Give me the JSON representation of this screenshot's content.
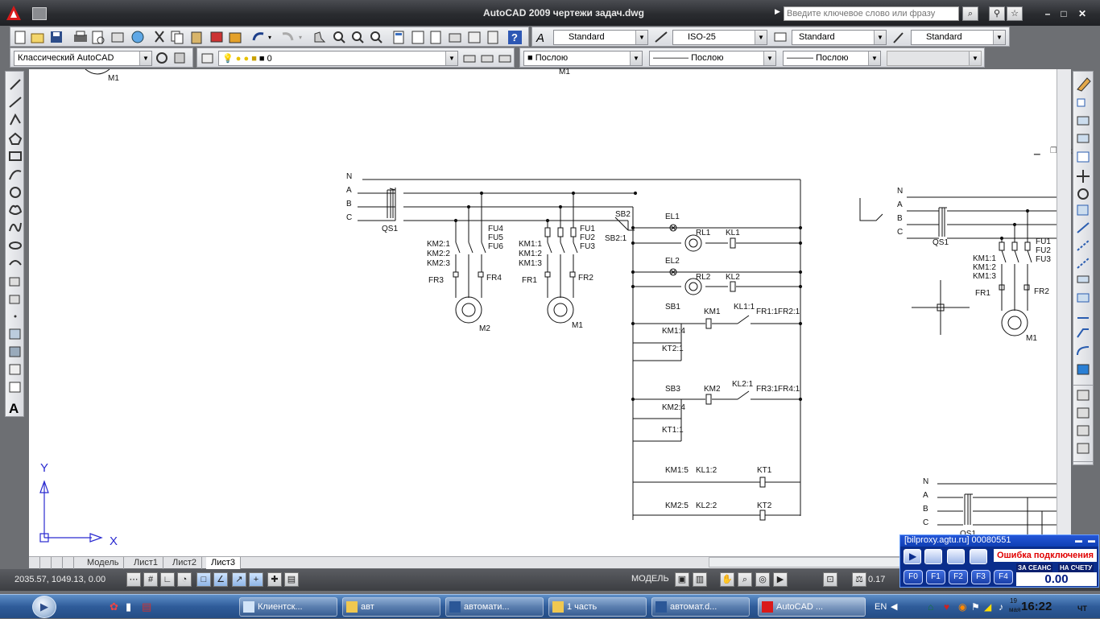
{
  "title": {
    "app": "AutoCAD 2009",
    "file": "чертежи задач.dwg"
  },
  "search": {
    "placeholder": "Введите ключевое слово или фразу"
  },
  "styles": {
    "text_style": "Standard",
    "dim_style": "ISO-25",
    "table_style": "Standard",
    "mleader_style": "Standard"
  },
  "workspace": "Классический AutoCAD",
  "layer": {
    "current": "0"
  },
  "properties": {
    "color": "Послою",
    "linetype": "Послою",
    "lineweight": "Послою"
  },
  "layout_tabs": [
    "Модель",
    "Лист1",
    "Лист2",
    "Лист3"
  ],
  "active_tab": "Лист3",
  "status": {
    "coords": "2035.57, 1049.13, 0.00",
    "mode": "МОДЕЛЬ",
    "scale": "0.17"
  },
  "ucs": {
    "x": "X",
    "y": "Y"
  },
  "drawing": {
    "main": {
      "phases": [
        "N",
        "A",
        "B",
        "C"
      ],
      "switch": "QS1",
      "fuses_m2": [
        "FU4",
        "FU5",
        "FU6"
      ],
      "contacts_m2": [
        "KM2:1",
        "KM2:2",
        "KM2:3"
      ],
      "fuses_m1": [
        "FU1",
        "FU2",
        "FU3"
      ],
      "contacts_m1": [
        "KM1:1",
        "KM1:2",
        "KM1:3"
      ],
      "relays": [
        "FR3",
        "FR4",
        "FR1",
        "FR2"
      ],
      "motors": [
        "M2",
        "M1"
      ],
      "sb2": "SB2",
      "sb2_1": "SB2:1",
      "el1": "EL1",
      "rl1": "RL1",
      "kl1": "KL1",
      "el2": "EL2",
      "rl2": "RL2",
      "kl2": "KL2",
      "sb1": "SB1",
      "km1": "KM1",
      "kl1_1": "KL1:1",
      "fr1_1": "FR1:1",
      "fr2_1": "FR2:1",
      "km1_4": "KM1:4",
      "kt2_1": "KT2:1",
      "sb3": "SB3",
      "km2": "KM2",
      "kl2_1": "KL2:1",
      "fr3_1": "FR3:1",
      "fr4_1": "FR4:1",
      "km2_4": "KM2:4",
      "kt1_1": "KT1:1",
      "km1_5": "KM1:5",
      "kl1_2": "KL1:2",
      "kt1": "KT1",
      "km2_5": "KM2:5",
      "kl2_2": "KL2:2",
      "kt2": "KT2"
    },
    "top_labels": [
      "M1",
      "M1"
    ],
    "right": {
      "phases": [
        "N",
        "A",
        "B",
        "C"
      ],
      "switch": "QS1",
      "fuses": [
        "FU1",
        "FU2",
        "FU3"
      ],
      "contacts": [
        "KM1:1",
        "KM1:2",
        "KM1:3"
      ],
      "relays": [
        "FR1",
        "FR2"
      ],
      "motor": "M1"
    },
    "bottom": {
      "phases": [
        "N",
        "A",
        "B",
        "C"
      ],
      "switch": "QS1"
    }
  },
  "proxy": {
    "header": "[bilproxy.agtu.ru] 00080551",
    "error": "Ошибка подключения",
    "session": "ЗА СЕАНС",
    "account": "НА СЧЕТУ",
    "balance": "0.00",
    "fbuttons": [
      "F0",
      "F1",
      "F2",
      "F3",
      "F4"
    ]
  },
  "taskbar": {
    "items": [
      "Клиентск...",
      "авт",
      "автомати...",
      "1 часть",
      "автомат.d...",
      "AutoCAD ..."
    ],
    "lang": "EN",
    "time": "16:22",
    "date_day": "19",
    "date_month": "мая",
    "weekday": "ЧТ"
  }
}
